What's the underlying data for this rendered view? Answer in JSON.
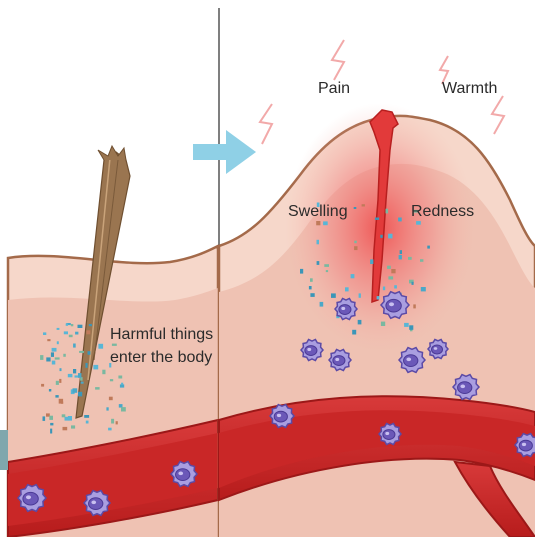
{
  "labels": {
    "pain": "Pain",
    "warmth": "Warmth",
    "swelling": "Swelling",
    "redness": "Redness",
    "harmful_line1": "Harmful things",
    "harmful_line2": "enter the body"
  },
  "colors": {
    "skin_outer": "#f6d7ca",
    "skin_inner": "#f0c3b5",
    "skin_edge": "#a46a4a",
    "blood_vessel": "#cf2f2f",
    "vessel_lumen": "#bd1c1c",
    "inflammation": "#ee5a5a",
    "splinter": "#9a7550",
    "arrow": "#8fd0e6",
    "cell_fill": "#9b8fd4",
    "cell_nucleus": "#5b4aa6",
    "spark": "#f2a9a9"
  },
  "icons": [
    "splinter",
    "arrow-right",
    "white-blood-cell",
    "pain-spark"
  ]
}
